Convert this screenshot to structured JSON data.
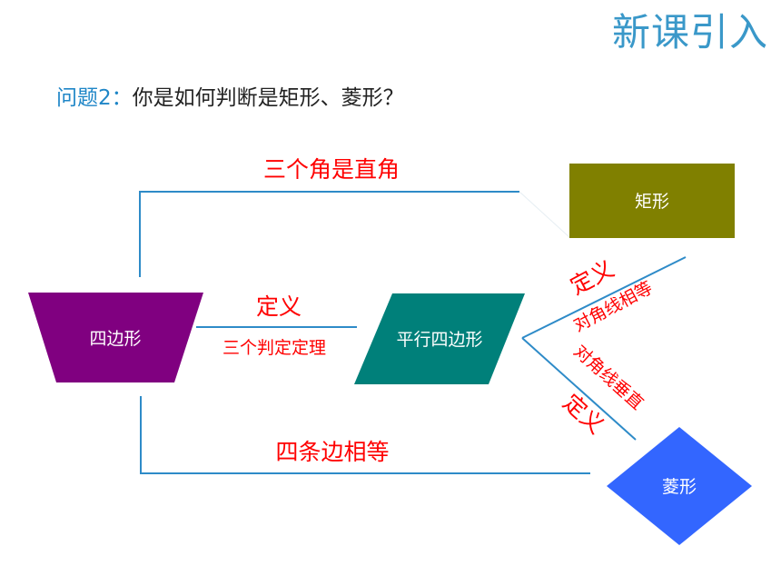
{
  "header": {
    "title": "新课引入",
    "color": "#3a98c9"
  },
  "question": {
    "label": "问题2：",
    "text": "你是如何判断是矩形、菱形？"
  },
  "shapes": {
    "quadrilateral": "四边形",
    "parallelogram": "平行四边形",
    "rectangle": "矩形",
    "rhombus": "菱形"
  },
  "edges": {
    "top_branch": "三个角是直角",
    "middle_definition": "定义",
    "middle_theorem": "三个判定定理",
    "upper_definition": "定义",
    "upper_condition": "对角线相等",
    "lower_condition": "对角线垂直",
    "lower_definition": "定义",
    "bottom_branch": "四条边相等"
  },
  "colors": {
    "quadrilateral": "#800080",
    "parallelogram": "#00807a",
    "rectangle": "#808000",
    "rhombus": "#3366ff",
    "line": "#2e8bc8",
    "label_red": "#ff0000"
  }
}
